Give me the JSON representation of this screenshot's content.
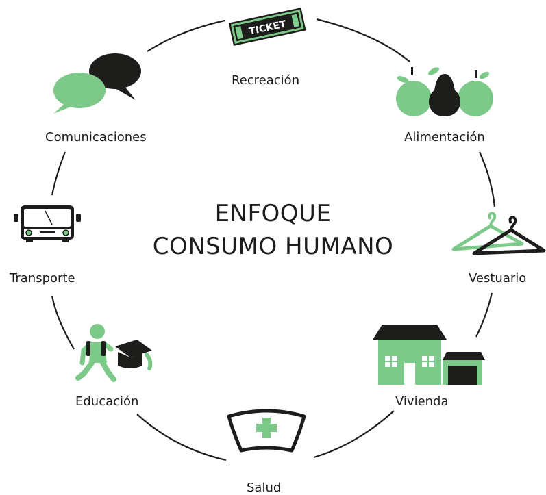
{
  "title": {
    "line1": "ENFOQUE",
    "line2": "CONSUMO HUMANO"
  },
  "colors": {
    "green": "#7dc98a",
    "dark": "#1d1d1b"
  },
  "nodes": [
    {
      "id": "recreacion",
      "label": "Recreación",
      "icon": "ticket-icon",
      "icon_text": "TICKET"
    },
    {
      "id": "alimentacion",
      "label": "Alimentación",
      "icon": "fruit-icon"
    },
    {
      "id": "vestuario",
      "label": "Vestuario",
      "icon": "hanger-icon"
    },
    {
      "id": "vivienda",
      "label": "Vivienda",
      "icon": "house-icon"
    },
    {
      "id": "salud",
      "label": "Salud",
      "icon": "nurse-cap-icon"
    },
    {
      "id": "educacion",
      "label": "Educación",
      "icon": "student-icon"
    },
    {
      "id": "transporte",
      "label": "Transporte",
      "icon": "bus-icon"
    },
    {
      "id": "comunicaciones",
      "label": "Comunicaciones",
      "icon": "speech-bubbles-icon"
    }
  ]
}
